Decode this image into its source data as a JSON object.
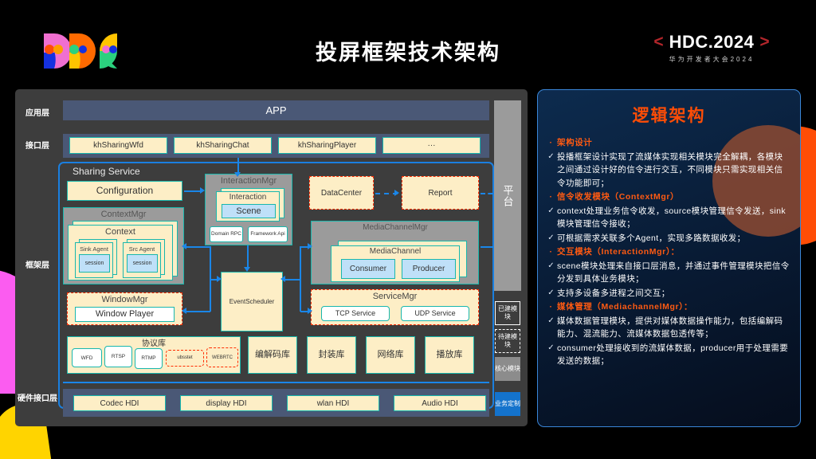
{
  "header": {
    "deck_title": "投屏框架技术架构",
    "logo_alt": "mdc-logo",
    "hdc": {
      "left_chevron": "<",
      "main": "HDC.2024",
      "right_chevron": ">",
      "sub": "华为开发者大会2024"
    }
  },
  "diagram": {
    "layers": [
      {
        "id": "app",
        "label": "应用层"
      },
      {
        "id": "api",
        "label": "接口层"
      },
      {
        "id": "fwk",
        "label": "框架层"
      },
      {
        "id": "hdi",
        "label": "硬件接口层"
      }
    ],
    "app_band": {
      "title": "APP"
    },
    "interface_boxes": [
      {
        "label": "khSharingWfd"
      },
      {
        "label": "khSharingChat"
      },
      {
        "label": "khSharingPlayer"
      },
      {
        "label": "···"
      }
    ],
    "sharing_service": {
      "title": "Sharing Service",
      "configuration": "Configuration",
      "context_mgr": {
        "title": "ContextMgr",
        "context": "Context",
        "sink_agent": "Sink Agent",
        "src_agent": "Src Agent",
        "session": "session"
      },
      "window_mgr": {
        "title": "WindowMgr",
        "window_player": "Window Player"
      }
    },
    "interaction_mgr": {
      "title": "InteractionMgr",
      "interaction": "Interaction",
      "scene": "Scene",
      "domain_rpc": "Domain RPC",
      "framework_api": "Framework Api"
    },
    "event_scheduler": "EventScheduler",
    "data_center": "DataCenter",
    "report": "Report",
    "media_channel_mgr": {
      "title": "MediaChannelMgr",
      "media_channel": "MediaChannel",
      "consumer": "Consumer",
      "producer": "Producer"
    },
    "service_mgr": {
      "title": "ServiceMgr",
      "tcp": "TCP Service",
      "udp": "UDP Service"
    },
    "protocol_lib": {
      "title": "协议库",
      "items": [
        {
          "label": "WFD",
          "style": "teal"
        },
        {
          "label": "RTSP",
          "style": "teal"
        },
        {
          "label": "RTMP",
          "style": "teal"
        },
        {
          "label": "ubsstet",
          "style": "red"
        },
        {
          "label": "WEBRTC",
          "style": "red"
        }
      ]
    },
    "libraries": [
      {
        "label": "编解码库"
      },
      {
        "label": "封装库"
      },
      {
        "label": "网络库"
      },
      {
        "label": "播放库"
      }
    ],
    "hdi_boxes": [
      {
        "label": "Codec HDI"
      },
      {
        "label": "display HDI"
      },
      {
        "label": "wlan HDI"
      },
      {
        "label": "Audio HDI"
      }
    ],
    "platform_label": "平台",
    "legend": [
      {
        "label": "已建模块",
        "style": "solid"
      },
      {
        "label": "待建模块",
        "style": "dashed"
      },
      {
        "label": "核心模块",
        "style": "gray"
      },
      {
        "label": "业务定制",
        "style": "blue"
      }
    ]
  },
  "right_panel": {
    "title": "逻辑架构",
    "items": [
      {
        "marker": "·",
        "type": "head",
        "text": "架构设计"
      },
      {
        "marker": "✓",
        "type": "sub",
        "text": "投播框架设计实现了流媒体实现相关模块完全解耦，各模块之间通过设计好的信令进行交互，不同模块只需实现相关信令功能即可；"
      },
      {
        "marker": "·",
        "type": "head",
        "text": "信令收发模块（ContextMgr）"
      },
      {
        "marker": "✓",
        "type": "sub",
        "text": "context处理业务信令收发，source模块管理信令发送，sink模块管理信令接收；"
      },
      {
        "marker": "✓",
        "type": "sub",
        "text": "可根据需求关联多个Agent，实现多路数据收发；"
      },
      {
        "marker": "·",
        "type": "head",
        "text": "交互模块（InteractionMgr）："
      },
      {
        "marker": "✓",
        "type": "sub",
        "text": "scene模块处理来自接口层消息，并通过事件管理模块把信令分发到具体业务模块；"
      },
      {
        "marker": "✓",
        "type": "sub",
        "text": "支持多设备多进程之间交互；"
      },
      {
        "marker": "·",
        "type": "head",
        "text": "媒体管理（MediachannelMgr）："
      },
      {
        "marker": "✓",
        "type": "sub",
        "text": "媒体数据管理模块，提供对媒体数据操作能力，包括编解码能力、混流能力、流媒体数据包透传等；"
      },
      {
        "marker": "✓",
        "type": "sub",
        "text": "consumer处理接收到的流媒体数据，producer用于处理需要发送的数据；"
      }
    ]
  },
  "colors": {
    "accent_orange": "#ff4d06",
    "box_cream": "#fdeec6",
    "teal_border": "#18b7ad",
    "red_border": "#ff2b00",
    "arrow_blue": "#1a86e8",
    "band_blue": "#4a5876",
    "panel_bg": "#3d3d3d"
  }
}
